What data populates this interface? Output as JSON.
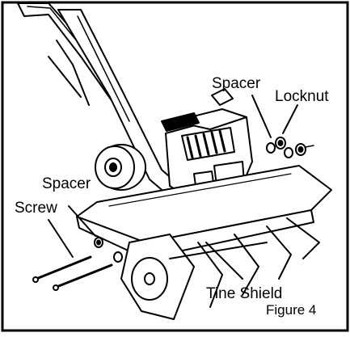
{
  "labels": {
    "spacer_top": "Spacer",
    "locknut": "Locknut",
    "spacer_left": "Spacer",
    "screw": "Screw",
    "tine_shield": "Tine Shield",
    "figure": "Figure 4"
  }
}
